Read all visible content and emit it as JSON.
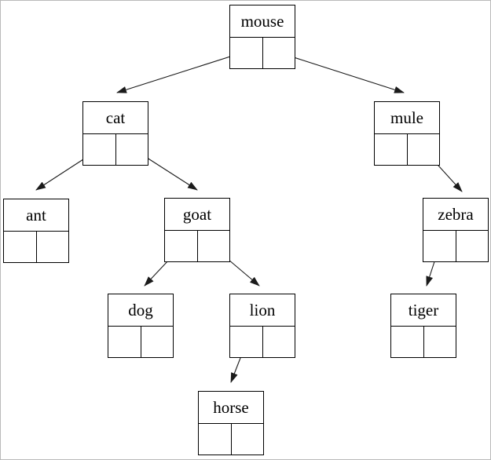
{
  "page": {
    "background_color": "#ffffff",
    "frame_border_color": "#b9b9b9",
    "line_color": "#1b1b1b",
    "node_border_color": "#000000"
  },
  "diagram": {
    "type": "binary-tree",
    "node_structure": "name label on top, left and right pointer cells below",
    "nodes": [
      {
        "id": "mouse",
        "label": "mouse",
        "left": "cat",
        "right": "mule"
      },
      {
        "id": "cat",
        "label": "cat",
        "left": "ant",
        "right": "goat"
      },
      {
        "id": "mule",
        "label": "mule",
        "left": null,
        "right": "zebra"
      },
      {
        "id": "ant",
        "label": "ant",
        "left": null,
        "right": null
      },
      {
        "id": "goat",
        "label": "goat",
        "left": "dog",
        "right": "lion"
      },
      {
        "id": "zebra",
        "label": "zebra",
        "left": "tiger",
        "right": null
      },
      {
        "id": "dog",
        "label": "dog",
        "left": null,
        "right": null
      },
      {
        "id": "lion",
        "label": "lion",
        "left": "horse",
        "right": null
      },
      {
        "id": "tiger",
        "label": "tiger",
        "left": null,
        "right": null
      },
      {
        "id": "horse",
        "label": "horse",
        "left": null,
        "right": null
      }
    ],
    "edges": [
      {
        "from": "mouse",
        "pointer": "left",
        "to": "cat"
      },
      {
        "from": "mouse",
        "pointer": "right",
        "to": "mule"
      },
      {
        "from": "cat",
        "pointer": "left",
        "to": "ant"
      },
      {
        "from": "cat",
        "pointer": "right",
        "to": "goat"
      },
      {
        "from": "mule",
        "pointer": "right",
        "to": "zebra"
      },
      {
        "from": "goat",
        "pointer": "left",
        "to": "dog"
      },
      {
        "from": "goat",
        "pointer": "right",
        "to": "lion"
      },
      {
        "from": "zebra",
        "pointer": "left",
        "to": "tiger"
      },
      {
        "from": "lion",
        "pointer": "left",
        "to": "horse"
      }
    ]
  }
}
